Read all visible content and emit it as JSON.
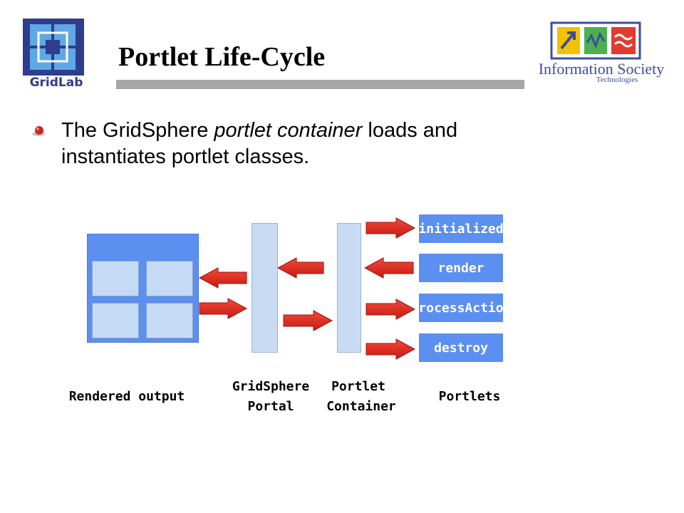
{
  "slide": {
    "title": "Portlet Life-Cycle",
    "logo_left": "GridLab",
    "logo_right": {
      "line1": "Information Society",
      "line2": "Technologies"
    }
  },
  "bullet": {
    "part1": "The GridSphere ",
    "part2_italic": "portlet container",
    "part3": " loads and instantiates portlet classes."
  },
  "diagram": {
    "portlets": [
      "initialized",
      "render",
      "processAction",
      "destroy"
    ],
    "labels": {
      "rendered_output": "Rendered output",
      "gridsphere_portal_line1": "GridSphere",
      "gridsphere_portal_line2": "Portal",
      "portlet_container_line1": "Portlet",
      "portlet_container_line2": "Container",
      "portlets": "Portlets"
    },
    "colors": {
      "box_blue": "#5b8ff0",
      "bar_light": "#c8dbf2",
      "arrow_red": "#e02020"
    }
  }
}
